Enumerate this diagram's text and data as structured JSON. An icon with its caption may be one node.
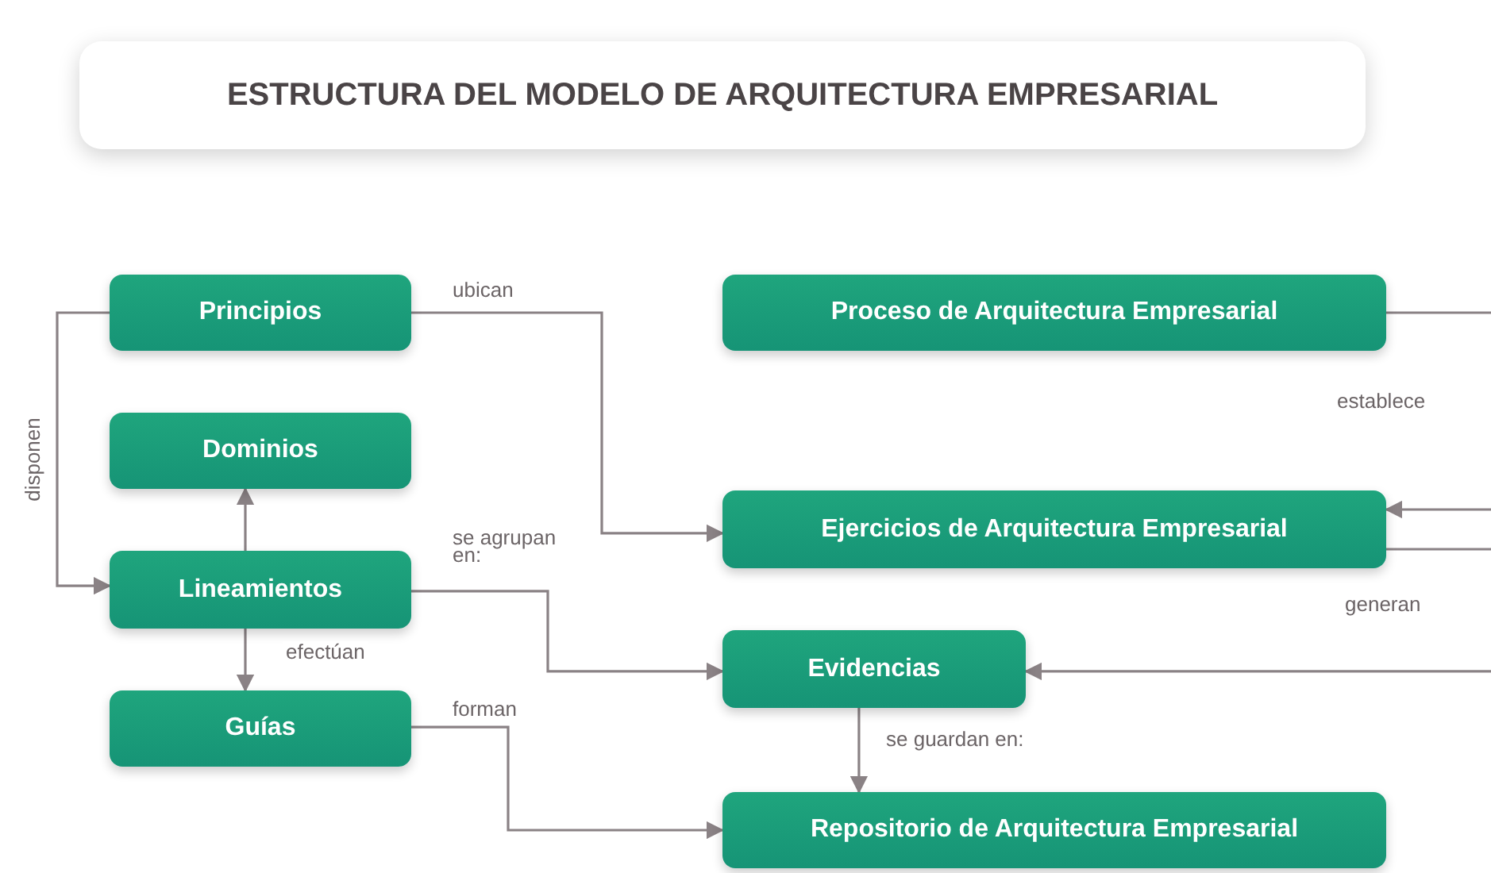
{
  "diagram": {
    "title": "ESTRUCTURA DEL MODELO DE ARQUITECTURA EMPRESARIAL",
    "nodes": [
      {
        "text": [
          "Principios"
        ]
      },
      {
        "text": [
          "Dominios"
        ]
      },
      {
        "text": [
          "Lineamientos"
        ]
      },
      {
        "text": [
          "Guías"
        ]
      },
      {
        "text": [
          "Proceso de Arquitectura Empresarial"
        ]
      },
      {
        "text": [
          "Ejercicios de Arquitectura Empresarial"
        ]
      },
      {
        "text": [
          "Evidencias"
        ]
      },
      {
        "text": [
          "Repositorio de Arquitectura Empresarial"
        ]
      }
    ],
    "edges": [
      {
        "from": 0,
        "to": 2,
        "arrow": "to",
        "label": "disponen"
      },
      {
        "from": 0,
        "to": 5,
        "arrow": "to",
        "label": "ubican"
      },
      {
        "from": 2,
        "to": 1,
        "arrow": "to"
      },
      {
        "from": 2,
        "to": 3,
        "arrow": "to",
        "label": "efectúan"
      },
      {
        "from": 2,
        "to": 6,
        "arrow": "to",
        "label": "se agrupan en:"
      },
      {
        "from": 3,
        "to": 7,
        "arrow": "to",
        "label": "forman"
      },
      {
        "from": 4,
        "to": 5,
        "arrow": "to",
        "label": "establece"
      },
      {
        "from": 5,
        "to": 6,
        "arrow": "to",
        "label": "generan"
      },
      {
        "from": 6,
        "to": 7,
        "arrow": "to",
        "label": "se guardan en:"
      }
    ]
  }
}
